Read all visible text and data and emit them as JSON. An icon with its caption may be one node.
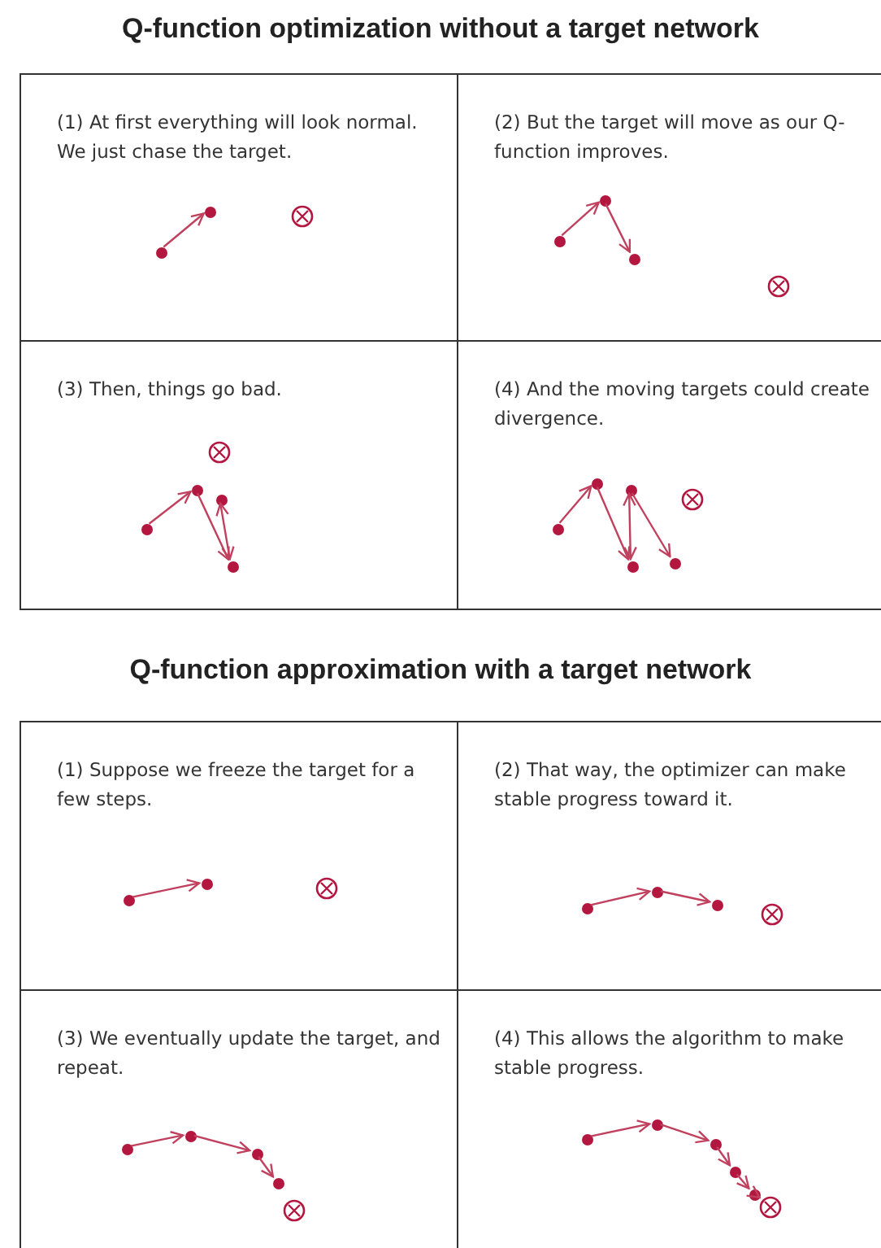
{
  "diagram": {
    "nodes": [
      {
        "text": [
          "(1) At first everything will look normal. We just chase the target."
        ]
      },
      {
        "text": [],
        "shape": "circle",
        "in": 0
      },
      {
        "text": [],
        "shape": "circle",
        "in": 0
      },
      {
        "text": [],
        "shape": "target",
        "in": 0
      },
      {
        "text": [
          "(2) But the target will move as our Q-function improves."
        ]
      },
      {
        "text": [],
        "shape": "circle",
        "in": 4
      },
      {
        "text": [],
        "shape": "circle",
        "in": 4
      },
      {
        "text": [],
        "shape": "circle",
        "in": 4
      },
      {
        "text": [],
        "shape": "target",
        "in": 4
      },
      {
        "text": [
          "(3) Then, things go bad."
        ]
      },
      {
        "text": [],
        "shape": "target",
        "in": 9
      },
      {
        "text": [],
        "shape": "circle",
        "in": 9
      },
      {
        "text": [],
        "shape": "circle",
        "in": 9
      },
      {
        "text": [],
        "shape": "circle",
        "in": 9
      },
      {
        "text": [],
        "shape": "circle",
        "in": 9
      },
      {
        "text": [
          "(4) And the moving targets could create divergence."
        ]
      },
      {
        "text": [],
        "shape": "circle",
        "in": 15
      },
      {
        "text": [],
        "shape": "circle",
        "in": 15
      },
      {
        "text": [],
        "shape": "circle",
        "in": 15
      },
      {
        "text": [],
        "shape": "circle",
        "in": 15
      },
      {
        "text": [],
        "shape": "circle",
        "in": 15
      },
      {
        "text": [],
        "shape": "target",
        "in": 15
      },
      {
        "text": [
          "(1) Suppose we freeze the target for a few steps."
        ]
      },
      {
        "text": [],
        "shape": "circle",
        "in": 22
      },
      {
        "text": [],
        "shape": "circle",
        "in": 22
      },
      {
        "text": [],
        "shape": "target",
        "in": 22
      },
      {
        "text": [
          "(2) That way, the optimizer can make stable progress toward it."
        ]
      },
      {
        "text": [],
        "shape": "circle",
        "in": 26
      },
      {
        "text": [],
        "shape": "circle",
        "in": 26
      },
      {
        "text": [],
        "shape": "circle",
        "in": 26
      },
      {
        "text": [],
        "shape": "target",
        "in": 26
      },
      {
        "text": [
          "(3) We eventually update the target, and repeat."
        ]
      },
      {
        "text": [],
        "shape": "circle",
        "in": 31
      },
      {
        "text": [],
        "shape": "circle",
        "in": 31
      },
      {
        "text": [],
        "shape": "circle",
        "in": 31
      },
      {
        "text": [],
        "shape": "circle",
        "in": 31
      },
      {
        "text": [],
        "shape": "target",
        "in": 31
      },
      {
        "text": [
          "(4) This allows the algorithm to make stable progress."
        ]
      },
      {
        "text": [],
        "shape": "circle",
        "in": 37
      },
      {
        "text": [],
        "shape": "circle",
        "in": 37
      },
      {
        "text": [],
        "shape": "circle",
        "in": 37
      },
      {
        "text": [],
        "shape": "circle",
        "in": 37
      },
      {
        "text": [],
        "shape": "circle",
        "in": 37
      },
      {
        "text": [],
        "shape": "target",
        "in": 37
      }
    ],
    "edges": [
      {
        "from": 1,
        "to": 2,
        "arrow": "to"
      },
      {
        "from": 5,
        "to": 6,
        "arrow": "to"
      },
      {
        "from": 6,
        "to": 7,
        "arrow": "to"
      },
      {
        "from": 11,
        "to": 12,
        "arrow": "to"
      },
      {
        "from": 12,
        "to": 14,
        "arrow": "to"
      },
      {
        "from": 14,
        "to": 13,
        "arrow": "both"
      },
      {
        "from": 16,
        "to": 17,
        "arrow": "to"
      },
      {
        "from": 17,
        "to": 19,
        "arrow": "to"
      },
      {
        "from": 19,
        "to": 18,
        "arrow": "both"
      },
      {
        "from": 18,
        "to": 20,
        "arrow": "to"
      },
      {
        "from": 23,
        "to": 24,
        "arrow": "to"
      },
      {
        "from": 27,
        "to": 28,
        "arrow": "to"
      },
      {
        "from": 28,
        "to": 29,
        "arrow": "to"
      },
      {
        "from": 32,
        "to": 33,
        "arrow": "to"
      },
      {
        "from": 33,
        "to": 34,
        "arrow": "to"
      },
      {
        "from": 34,
        "to": 35,
        "arrow": "to"
      },
      {
        "from": 38,
        "to": 39,
        "arrow": "to"
      },
      {
        "from": 39,
        "to": 40,
        "arrow": "to"
      },
      {
        "from": 40,
        "to": 41,
        "arrow": "to"
      },
      {
        "from": 41,
        "to": 42,
        "arrow": "to"
      },
      {
        "from": 42,
        "to": 43,
        "arrow": "to"
      }
    ],
    "labels": [
      "Q-function optimization without a target network",
      "Q-function approximation with a target network"
    ]
  }
}
